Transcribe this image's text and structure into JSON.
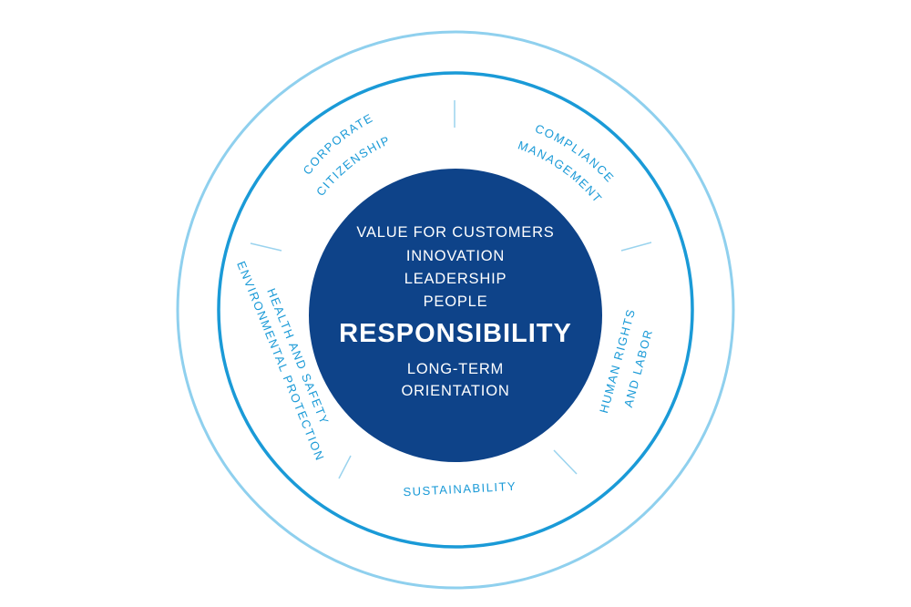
{
  "center": {
    "items_top": [
      "VALUE FOR CUSTOMERS",
      "INNOVATION",
      "LEADERSHIP",
      "PEOPLE"
    ],
    "title": "RESPONSIBILITY",
    "items_bottom": [
      "LONG-TERM",
      "ORIENTATION"
    ]
  },
  "segments": {
    "corporate_citizenship": [
      "CORPORATE",
      "CITIZENSHIP"
    ],
    "compliance_management": [
      "COMPLIANCE",
      "MANAGEMENT"
    ],
    "human_rights_labor": [
      "HUMAN RIGHTS",
      "AND LABOR"
    ],
    "sustainability": "SUSTAINABILITY",
    "health_safety_environment": [
      "HEALTH AND SAFETY",
      "ENVIRONMENTAL PROTECTION"
    ]
  },
  "colors": {
    "core": "#0e4389",
    "ring": "#1a9ad7",
    "outer_ring": "#8fd0ee",
    "label": "#1a9ad7",
    "core_text": "#ffffff"
  }
}
